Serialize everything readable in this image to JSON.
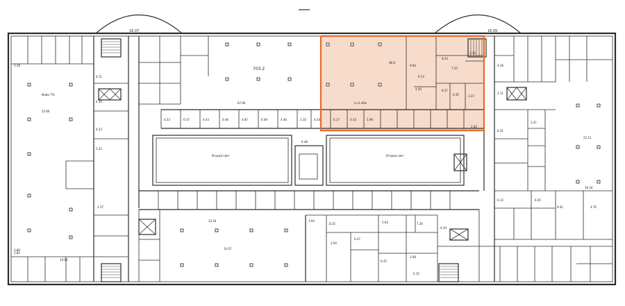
{
  "plan": {
    "highlight_color": "#e46a2a",
    "highlight_fill": "#f8dccb",
    "dim_top_left": "16.07",
    "dim_top_right": "16.05",
    "left_hall_area": "52.66",
    "main_hall_area": "703.2",
    "corridor_length": "67.80",
    "highlight_hall_area": "98.8",
    "highlight_mark": "h=3.40м",
    "right_hall_area": "22.11",
    "void_left_label": "Второй свет",
    "void_right_label": "Второй свет",
    "center_core_area": "6.48",
    "lower_hall_area": "33.18",
    "lower_hall_b": "14.07",
    "right_lower_hall": "16.34",
    "bottom_left_dim": "14.63",
    "bottom_left_dim_b": "3.82",
    "lobby_label": "Фойе 7%",
    "room_numbers_top": [
      "9.84",
      "8.24",
      "3.76",
      "4.40",
      "8.57",
      "6.45",
      "3.37",
      "9.13",
      "7.35",
      "2.42"
    ],
    "room_numbers_row": [
      "4.53",
      "6.47",
      "4.43",
      "6.46",
      "4.87",
      "6.49",
      "4.46",
      "3.10",
      "4.54",
      "6.17",
      "4.43",
      "5.98"
    ],
    "room_numbers_bottom": [
      "3.04",
      "8.25",
      "6.47",
      "2.94",
      "5.64",
      "7.26",
      "9.45",
      "3.98",
      "6.15",
      "4.19"
    ],
    "room_numbers_left": [
      "3.38",
      "4.11",
      "4.30",
      "6.23",
      "5.42",
      "2.37",
      "3.80"
    ],
    "room_numbers_right": [
      "4.38",
      "2.11",
      "6.41",
      "3.21",
      "6.13",
      "6.05",
      "9.41",
      "4.76"
    ]
  }
}
